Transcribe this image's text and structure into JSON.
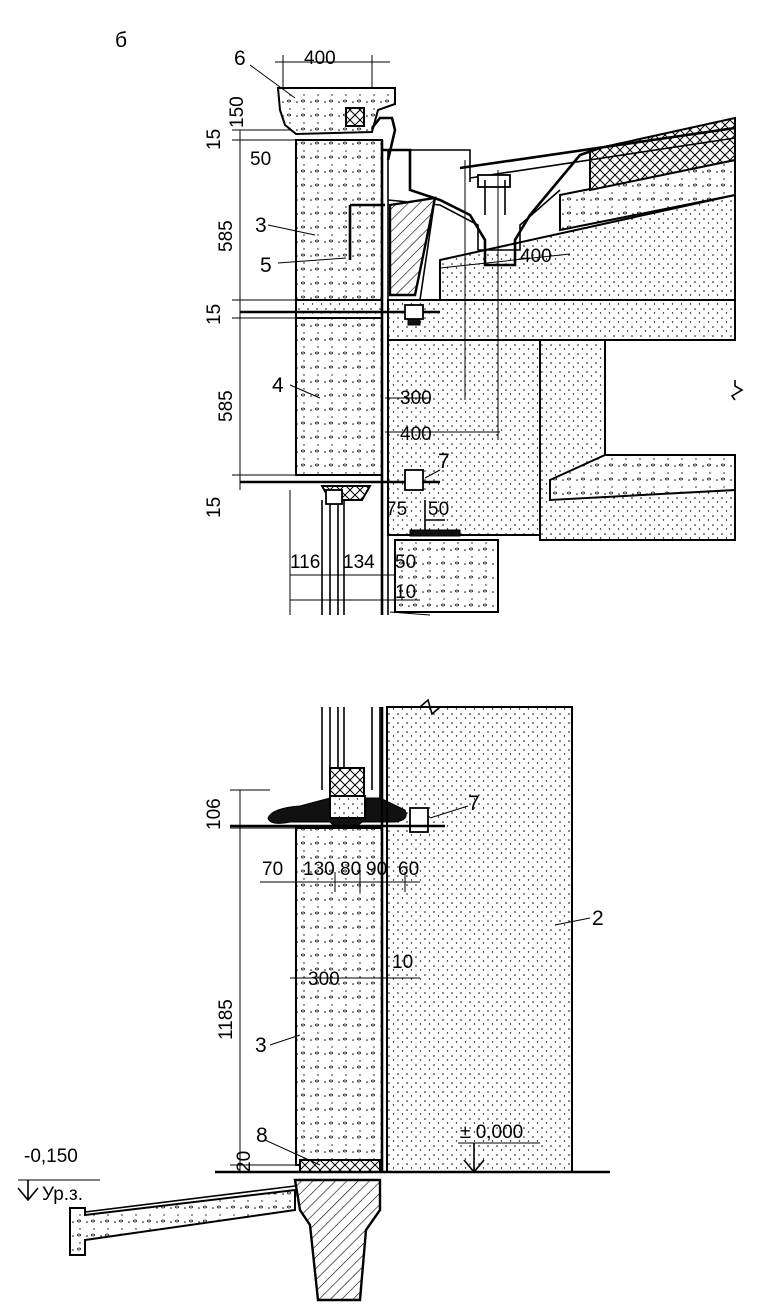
{
  "figure_label": "б",
  "upper_detail": {
    "dims": {
      "top_width": "400",
      "coping_h": "150",
      "joint_1": "15",
      "setback": "50",
      "panel_3_h": "585",
      "joint_2": "15",
      "panel_4_h": "585",
      "joint_3": "15",
      "offset_300": "300",
      "offset_400": "400",
      "girder_400": "400",
      "sill_116": "116",
      "sill_134": "134",
      "gap_10": "10",
      "anchor_75": "75",
      "anchor_50a": "50",
      "anchor_50b": "50"
    },
    "labels": {
      "coping": "6",
      "panel_upper": "3",
      "anchor": "5",
      "panel_lower": "4",
      "bracket": "7"
    }
  },
  "lower_detail": {
    "dims": {
      "sill_h": "106",
      "w70": "70",
      "w130": "130",
      "w80": "80",
      "w90": "90",
      "w60": "60",
      "panel_w": "300",
      "gap_10": "10",
      "panel_h": "1185",
      "base_20": "20"
    },
    "labels": {
      "bracket": "7",
      "wall": "2",
      "panel": "3",
      "seal": "8"
    },
    "levels": {
      "floor_zero": "± 0,000",
      "ground_level": "-0,150",
      "ground_label": "Ур.з."
    }
  }
}
